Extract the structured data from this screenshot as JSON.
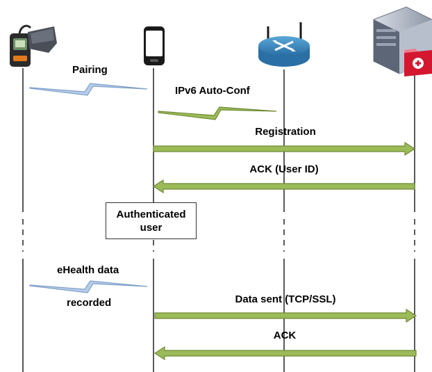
{
  "diagram": {
    "actors": [
      {
        "icon": "health-sensor-device-icon"
      },
      {
        "icon": "smartphone-icon"
      },
      {
        "icon": "wireless-router-icon"
      },
      {
        "icon": "medical-server-icon"
      }
    ],
    "messages": {
      "pairing": "Pairing",
      "ipv6_autoconf": "IPv6 Auto-Conf",
      "registration": "Registration",
      "ack_user_id": "ACK (User ID)",
      "ehealth_data": "eHealth data",
      "recorded": "recorded",
      "data_sent": "Data sent (TCP/SSL)",
      "ack": "ACK"
    },
    "note": {
      "line1": "Authenticated",
      "line2": "user"
    },
    "colors": {
      "arrow_fill": "#9bbb59",
      "arrow_border": "#6f8a35",
      "wireless_fill": "#9bbb59",
      "wireless_blue": "#b7cde8",
      "wireless_blue_border": "#7f9fc8",
      "lifeline": "#000000"
    }
  }
}
